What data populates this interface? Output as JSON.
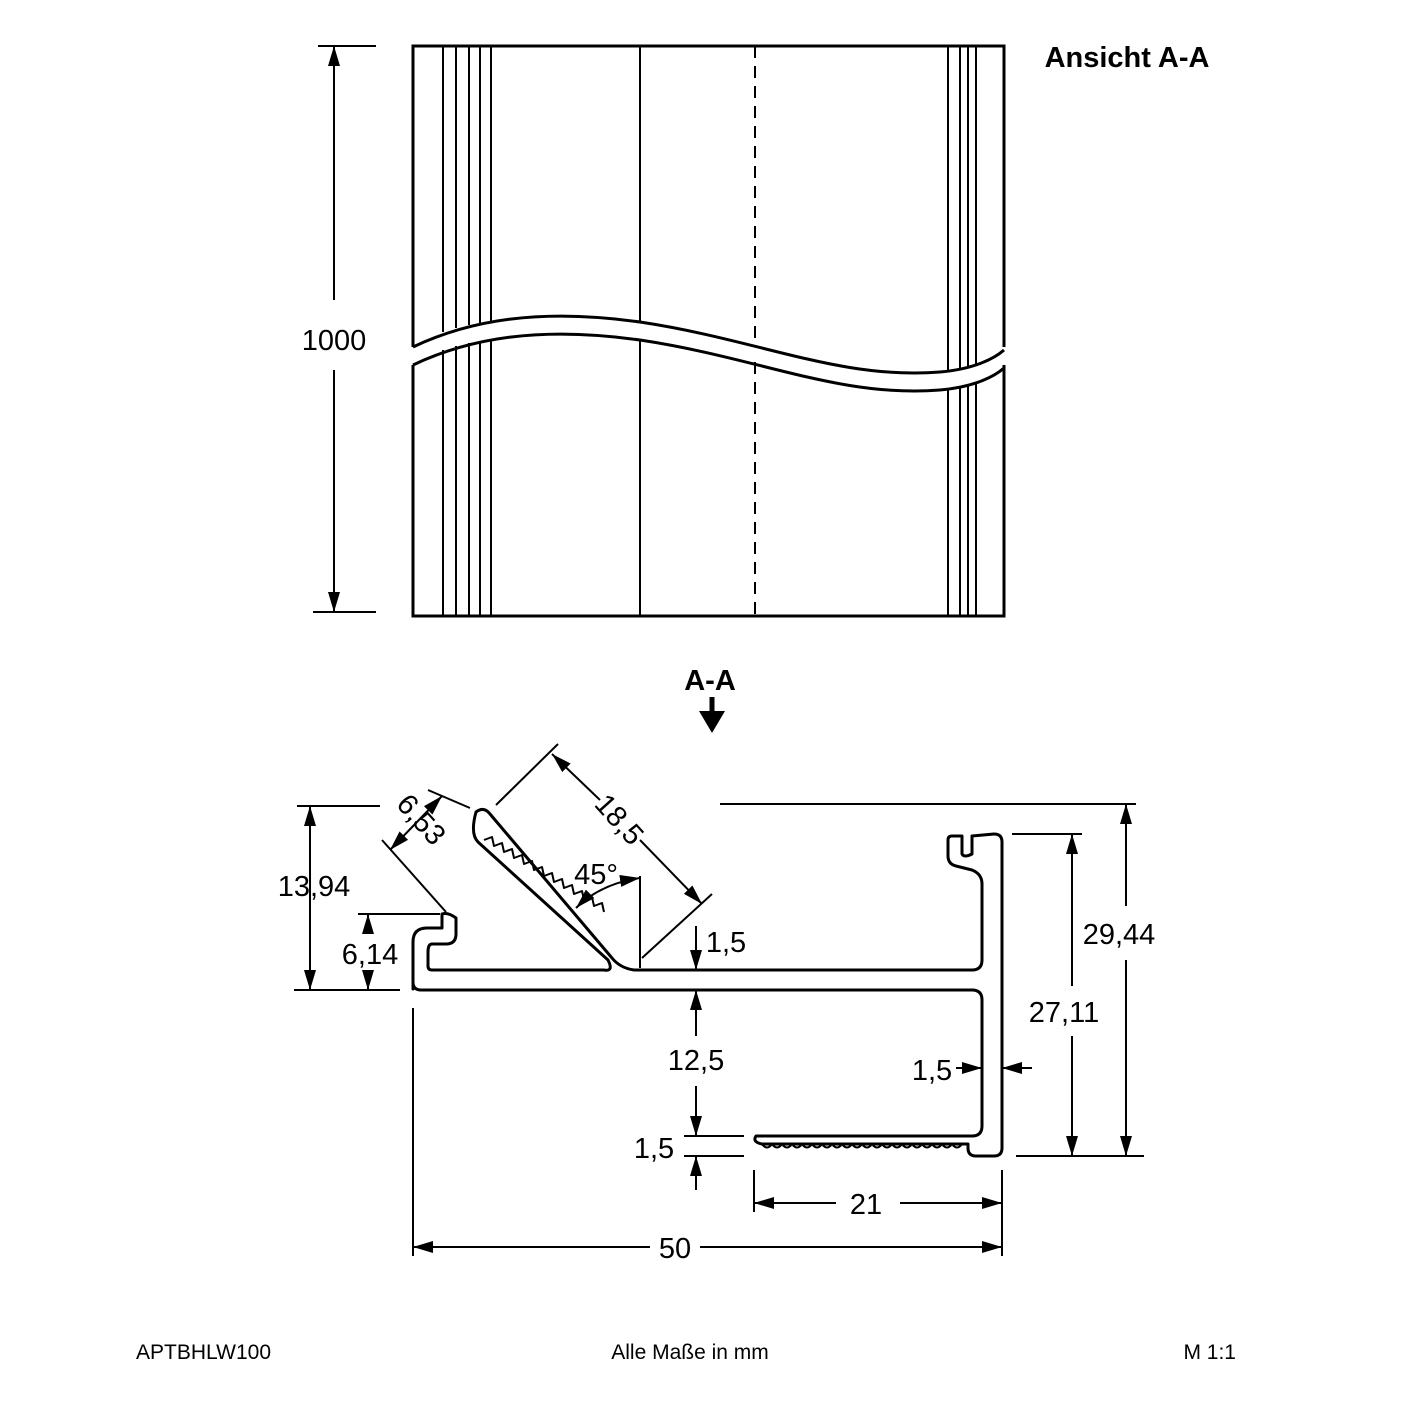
{
  "view": {
    "title": "Ansicht A-A",
    "length_label": "1000"
  },
  "section": {
    "marker_label": "A-A",
    "dimensions": {
      "d_6_53": "6,53",
      "d_18_5": "18,5",
      "angle_45": "45°",
      "d_13_94": "13,94",
      "d_6_14": "6,14",
      "d_1_5_top": "1,5",
      "d_12_5": "12,5",
      "d_1_5_bottom": "1,5",
      "d_1_5_side": "1,5",
      "d_27_11": "27,11",
      "d_29_44": "29,44",
      "d_21": "21",
      "d_50": "50"
    }
  },
  "footer": {
    "part_number": "APTBHLW100",
    "units_note": "Alle Maße in mm",
    "scale": "M 1:1"
  }
}
